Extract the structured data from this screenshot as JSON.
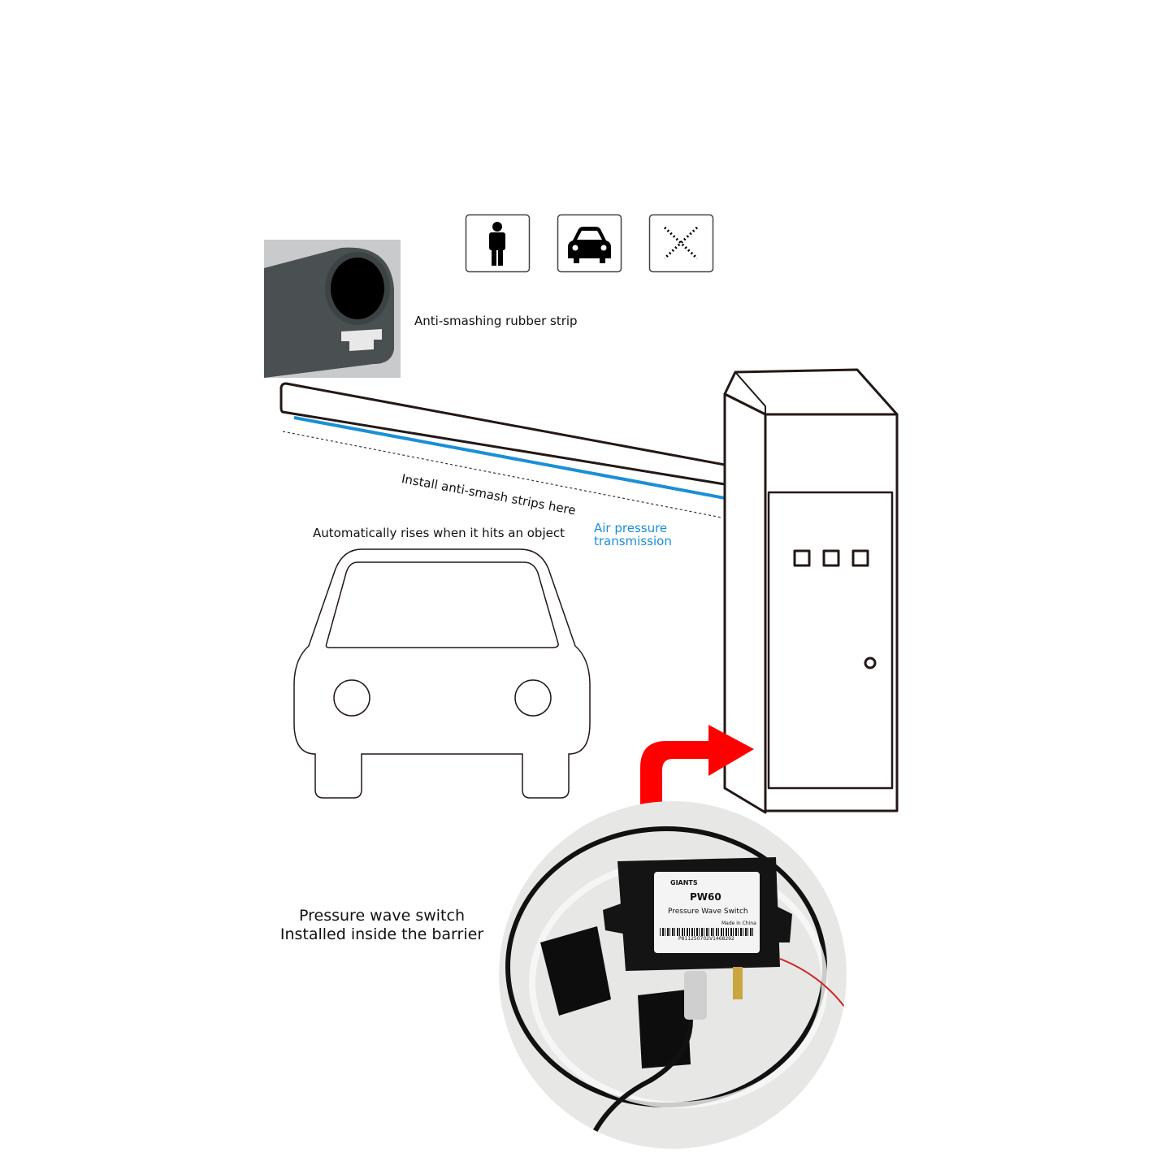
{
  "icons": [
    {
      "name": "pedestrian-icon"
    },
    {
      "name": "car-icon"
    },
    {
      "name": "dotted-x-icon"
    }
  ],
  "labels": {
    "rubber_strip": "Anti-smashing rubber strip",
    "install_here": "Install anti-smash strips here",
    "auto_rise": "Automatically rises when it hits an object",
    "air_pressure_line1": "Air pressure",
    "air_pressure_line2": "transmission",
    "switch_line1": "Pressure wave switch",
    "switch_line2": "Installed inside the barrier"
  },
  "device": {
    "brand": "GIANTS",
    "model": "PW60",
    "name": "Pressure Wave Switch",
    "origin": "Made in China",
    "serial": "P811250702V1468292"
  },
  "colors": {
    "accent_blue": "#1a8fd6",
    "arrow_red": "#ff0000",
    "line": "#231815"
  }
}
